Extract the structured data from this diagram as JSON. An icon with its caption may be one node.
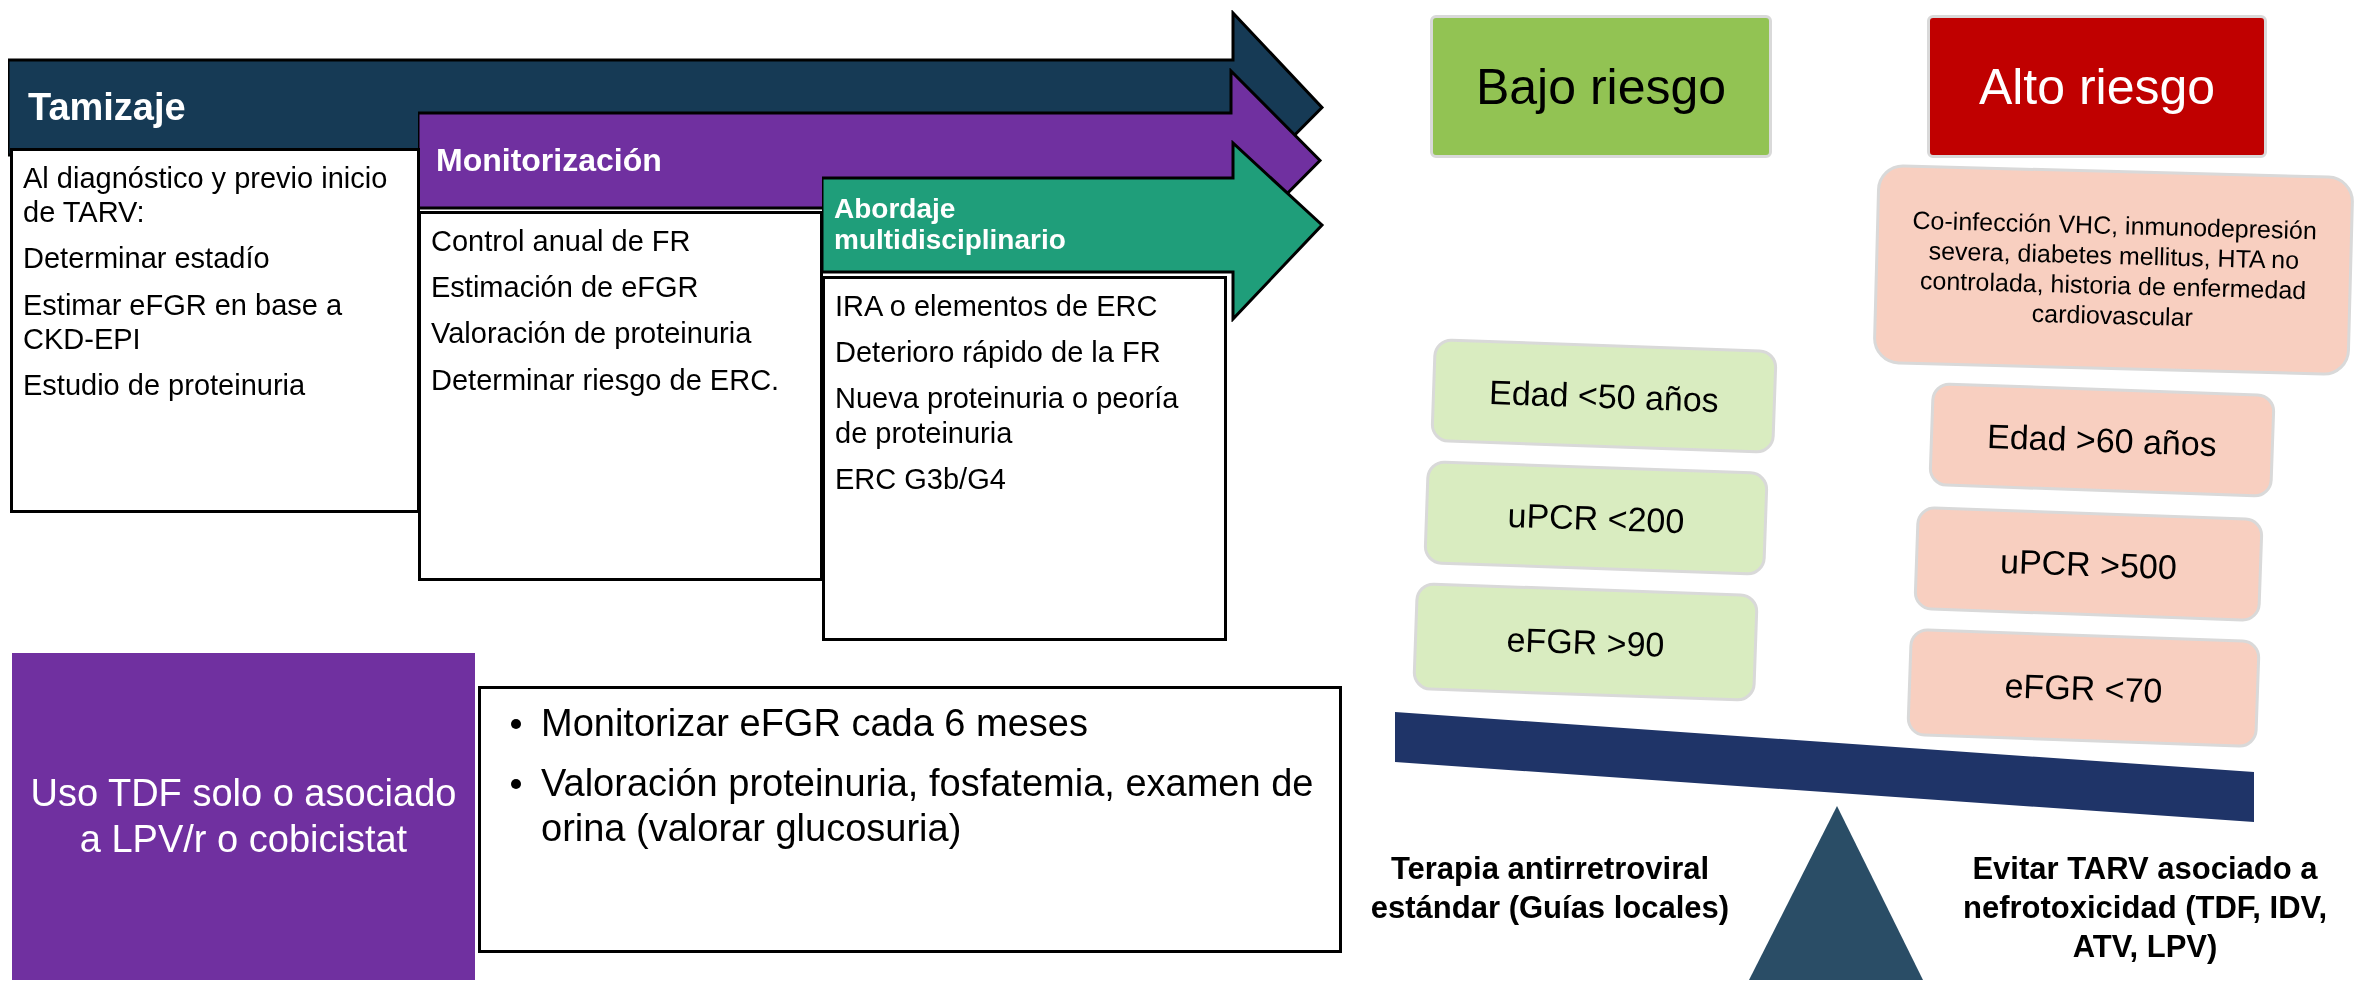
{
  "diagram": {
    "nodes": [
      {
        "text": [
          "Tamizaje"
        ]
      },
      {
        "text": [
          "Al diagnóstico y previo inicio de TARV:",
          "Determinar estadío",
          "Estimar eFGR en base a CKD-EPI",
          "Estudio de proteinuria"
        ]
      },
      {
        "text": [
          "Monitorización"
        ]
      },
      {
        "text": [
          "Control anual de FR",
          "Estimación de eFGR",
          "Valoración de proteinuria",
          "Determinar riesgo de ERC."
        ]
      },
      {
        "text": [
          "Abordaje multidisciplinario"
        ]
      },
      {
        "text": [
          "IRA o elementos de ERC",
          "Deterioro rápido de la FR",
          "Nueva proteinuria o peoría de proteinuria",
          "ERC G3b/G4"
        ]
      },
      {
        "text": [
          "Uso TDF solo o asociado a LPV/r o cobicistat"
        ]
      },
      {
        "text": [
          "Monitorizar eFGR cada 6 meses",
          "Valoración proteinuria, fosfatemia, examen de orina (valorar glucosuria)"
        ]
      },
      {
        "text": [
          "Bajo riesgo"
        ]
      },
      {
        "text": [
          "Alto riesgo"
        ]
      },
      {
        "text": [
          "Co-infección VHC, inmunodepresión severa, diabetes mellitus, HTA no controlada, historia de enfermedad cardiovascular"
        ]
      },
      {
        "text": [
          "Edad <50 años"
        ]
      },
      {
        "text": [
          "uPCR <200"
        ]
      },
      {
        "text": [
          "eFGR >90"
        ]
      },
      {
        "text": [
          "Edad >60 años"
        ]
      },
      {
        "text": [
          "uPCR >500"
        ]
      },
      {
        "text": [
          "eFGR <70"
        ]
      }
    ],
    "labels": [
      "Terapia antirretroviral estándar (Guías locales)",
      "Evitar TARV asociado a nefrotoxicidad (TDF, IDV, ATV, LPV)"
    ]
  }
}
